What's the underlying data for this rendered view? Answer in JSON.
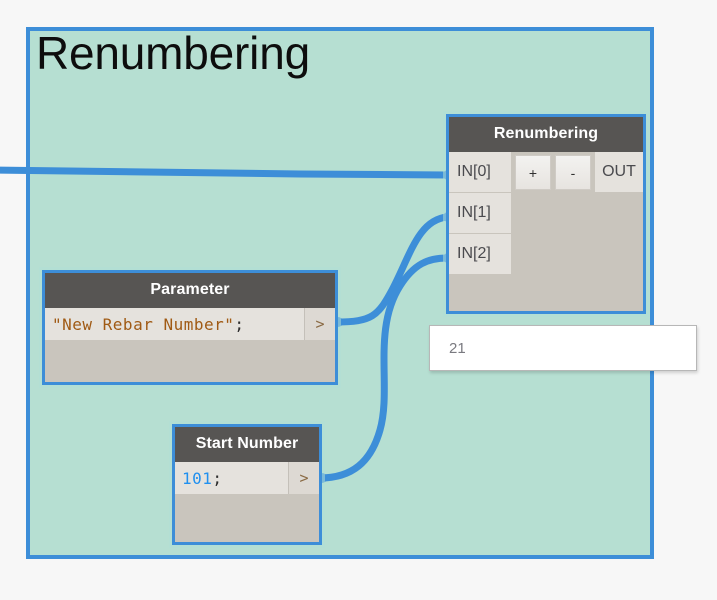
{
  "canvas": {
    "background_color": "#f7f7f7"
  },
  "group": {
    "title": "Renumbering",
    "fill_color": "#b6dfd2",
    "border_color": "#3d8ed8"
  },
  "nodes": {
    "renumbering": {
      "title": "Renumbering",
      "inputs": [
        {
          "label": "IN[0]"
        },
        {
          "label": "IN[1]"
        },
        {
          "label": "IN[2]"
        }
      ],
      "add_port_label": "+",
      "remove_port_label": "-",
      "output_label": "OUT"
    },
    "parameter": {
      "title": "Parameter",
      "code_string": "\"New Rebar Number\"",
      "code_terminator": ";",
      "output_port_label": ">"
    },
    "start_number": {
      "title": "Start Number",
      "code_number": "101",
      "code_terminator": ";",
      "output_port_label": ">"
    }
  },
  "preview": {
    "value": "21"
  },
  "colors": {
    "wire": "#3d8ed8",
    "node_header": "#575553",
    "node_body": "#c9c5bd",
    "port_face": "#e5e2dd",
    "string_literal": "#a05a14",
    "number_literal": "#2090ef"
  }
}
